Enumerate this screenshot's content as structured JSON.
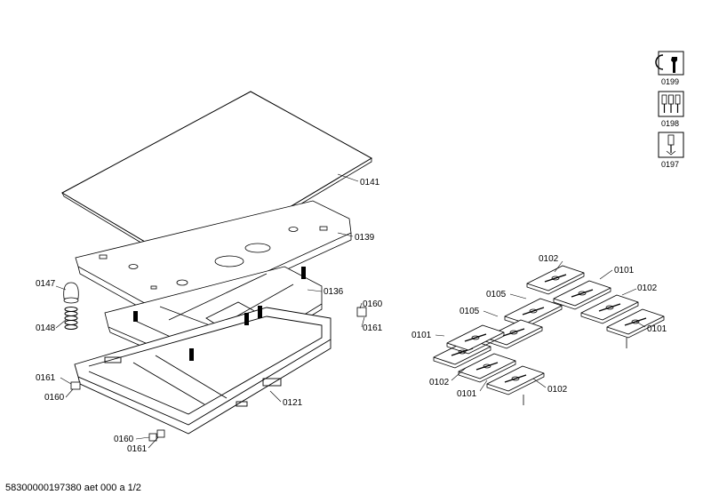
{
  "labels": [
    {
      "id": "p0141",
      "text": "0141"
    },
    {
      "id": "p0139",
      "text": "0139"
    },
    {
      "id": "p0136",
      "text": "0136"
    },
    {
      "id": "p0147",
      "text": "0147"
    },
    {
      "id": "p0148",
      "text": "0148"
    },
    {
      "id": "p0160a",
      "text": "0160"
    },
    {
      "id": "p0161a",
      "text": "0161"
    },
    {
      "id": "p0161b",
      "text": "0161"
    },
    {
      "id": "p0160b",
      "text": "0160"
    },
    {
      "id": "p0121",
      "text": "0121"
    },
    {
      "id": "p0160c",
      "text": "0160"
    },
    {
      "id": "p0161c",
      "text": "0161"
    },
    {
      "id": "p0102a",
      "text": "0102"
    },
    {
      "id": "p0101a",
      "text": "0101"
    },
    {
      "id": "p0105a",
      "text": "0105"
    },
    {
      "id": "p0102b",
      "text": "0102"
    },
    {
      "id": "p0105b",
      "text": "0105"
    },
    {
      "id": "p0101b",
      "text": "0101"
    },
    {
      "id": "p0101c",
      "text": "0101"
    },
    {
      "id": "p0102c",
      "text": "0102"
    },
    {
      "id": "p0101d",
      "text": "0101"
    },
    {
      "id": "p0102d",
      "text": "0102"
    }
  ],
  "tools": [
    {
      "icon": "wrench-icon",
      "code": "0199"
    },
    {
      "icon": "screwdriver-set-icon",
      "code": "0198"
    },
    {
      "icon": "screwdriver-icon",
      "code": "0197"
    }
  ],
  "footer": {
    "text": "58300000197380 aet 000 a 1/2"
  }
}
